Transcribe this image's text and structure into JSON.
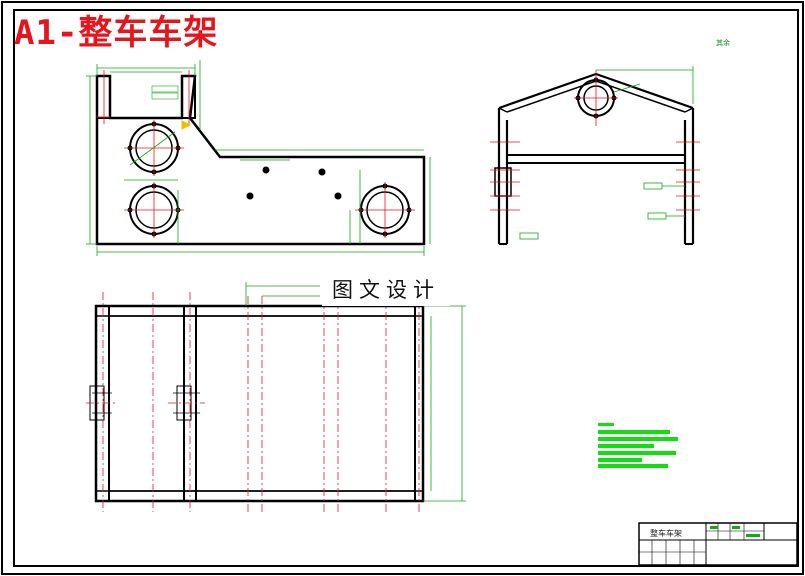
{
  "drawing": {
    "title": "A1-整车车架",
    "watermark": "图文设计",
    "title_block_name": "整车车架",
    "corner_note": "其余"
  },
  "colors": {
    "title_red": "#e8141c",
    "outline": "#000000",
    "center_line": "#e8141c",
    "dimension": "#11aa11",
    "tech_notes": "#11dd11"
  }
}
